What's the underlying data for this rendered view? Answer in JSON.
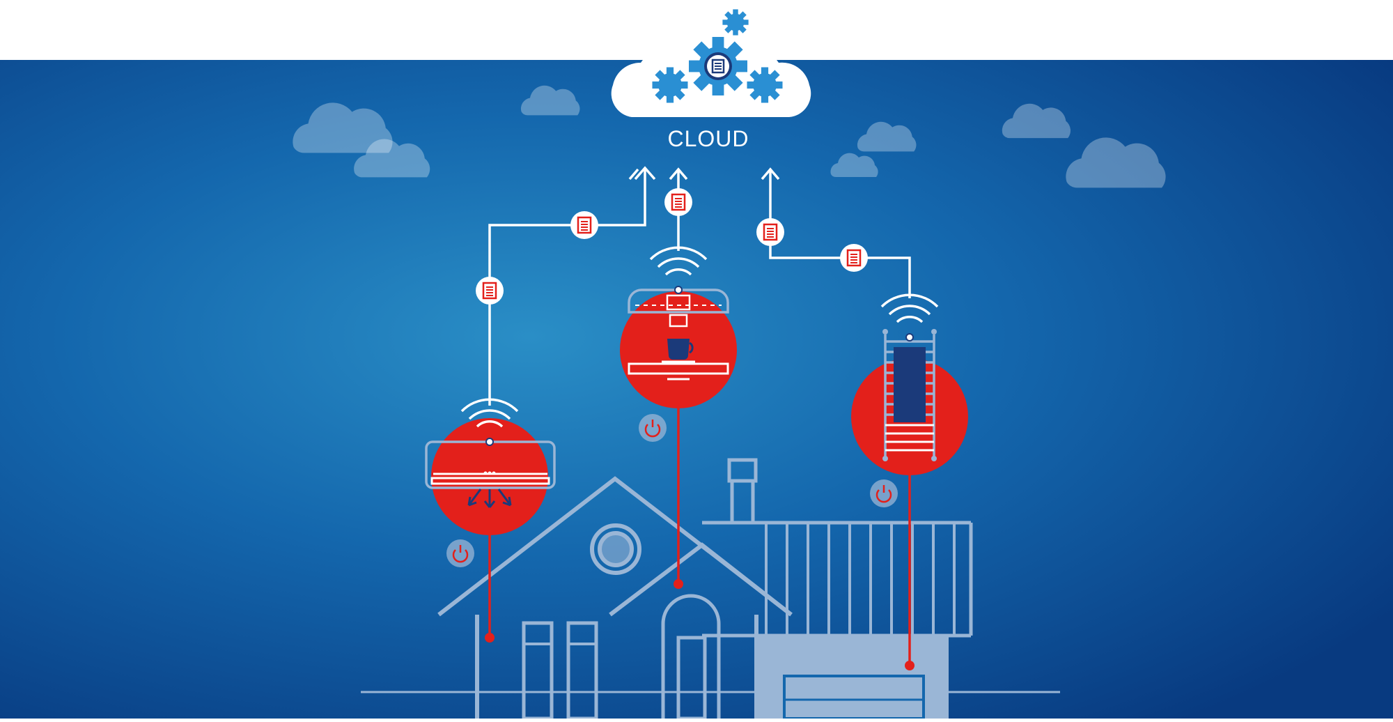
{
  "cloud": {
    "label": "CLOUD"
  },
  "colors": {
    "background_dark": "#0a3f86",
    "background_light": "#1a7cc0",
    "device_red": "#e3201b",
    "house_stroke": "#9ab6d6",
    "line_white": "#ffffff",
    "gear_blue": "#2a8fd3",
    "accent_navy": "#1b3a7a"
  },
  "devices": [
    {
      "id": "air-conditioner",
      "icon": "air-conditioner-icon"
    },
    {
      "id": "coffee-machine",
      "icon": "coffee-machine-icon"
    },
    {
      "id": "towel-radiator",
      "icon": "radiator-icon"
    }
  ],
  "icons": [
    "gear-icon",
    "document-icon",
    "wifi-icon",
    "power-icon",
    "cloud-icon",
    "arrow-up-icon",
    "house-icon"
  ]
}
